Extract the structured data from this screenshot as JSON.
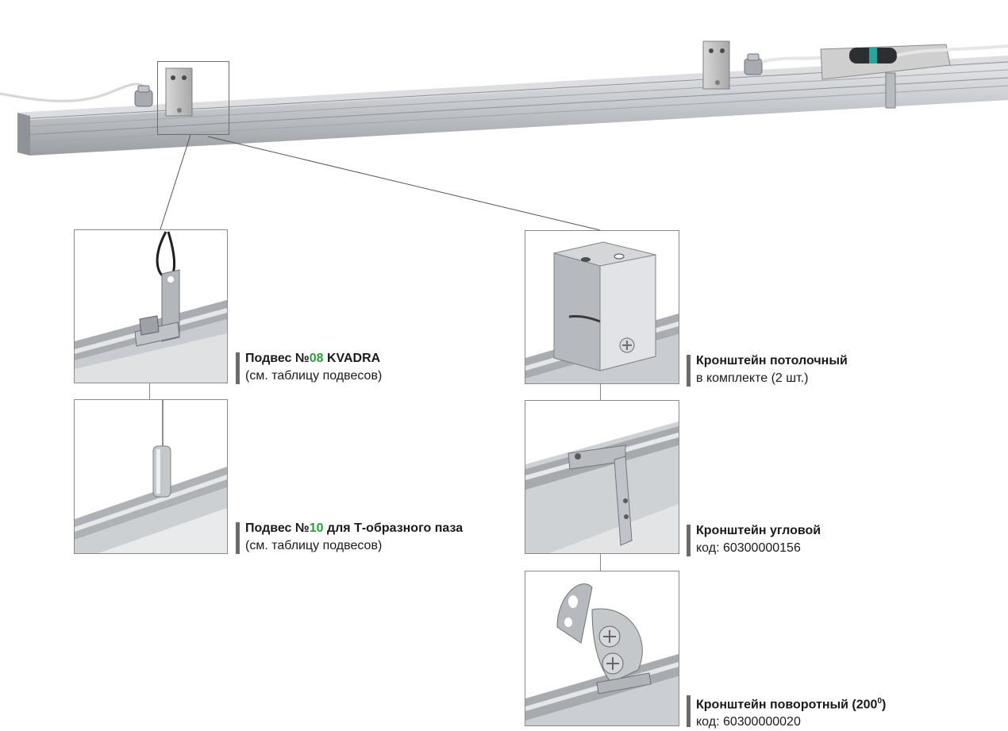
{
  "captions": {
    "kvadra": {
      "prefix": "Подвес №",
      "num": "08",
      "suffix": " KVADRA",
      "sub": "(см. таблицу подвесов)"
    },
    "tslot": {
      "prefix": "Подвес №",
      "num": "10",
      "suffix": " для Т-образного паза",
      "sub": " (см. таблицу подвесов)"
    },
    "ceiling": {
      "title": "Кронштейн потолочный",
      "sub": "в комплекте (2 шт.)"
    },
    "angle": {
      "title": "Кронштейн угловой",
      "sub": "код: 60300000156"
    },
    "swivel": {
      "title": "Кронштейн поворотный (200",
      "sup": "0",
      "close": ")",
      "sub": "код: 60300000020"
    }
  },
  "colors": {
    "accent_green": "#2e9a3f",
    "marker_bar": "#6b6b6b",
    "frame": "#8a8a8a",
    "metal": "#b9bcc0"
  }
}
